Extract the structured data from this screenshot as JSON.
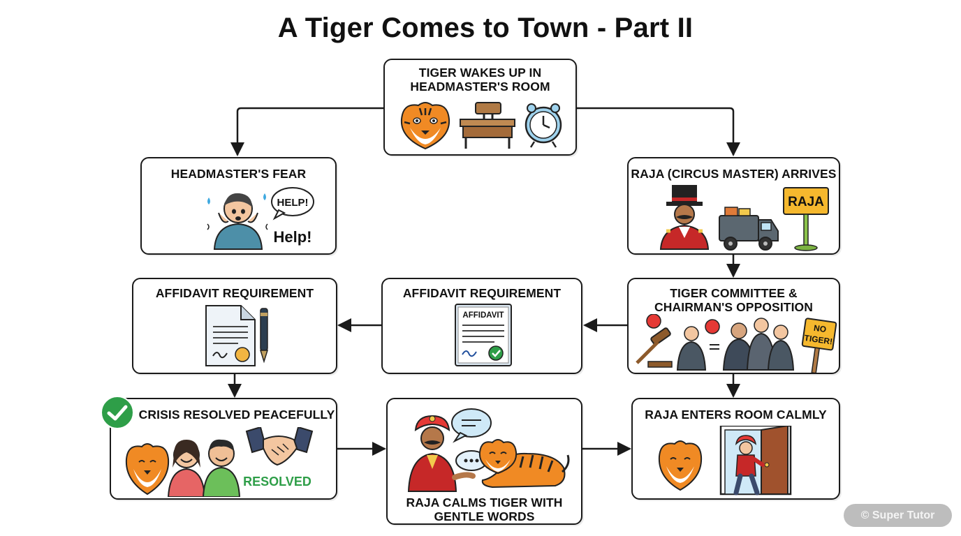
{
  "title": "A Tiger Comes to Town - Part II",
  "nodes": [
    {
      "id": "wake",
      "label": "TIGER WAKES UP IN\nHEADMASTER'S ROOM"
    },
    {
      "id": "fear",
      "label": "HEADMASTER'S FEAR",
      "bubble": "HELP!",
      "caption": "Help!"
    },
    {
      "id": "raja",
      "label": "RAJA (CIRCUS MASTER) ARRIVES",
      "sign": "RAJA"
    },
    {
      "id": "committee",
      "label": "TIGER COMMITTEE &\nCHAIRMAN'S OPPOSITION",
      "sign": "NO\nTIGER!"
    },
    {
      "id": "affidavit_center",
      "label": "AFFIDAVIT REQUIREMENT",
      "doc_title": "AFFIDAVIT"
    },
    {
      "id": "affidavit_left",
      "label": "AFFIDAVIT REQUIREMENT"
    },
    {
      "id": "resolved",
      "label": "CRISIS RESOLVED PEACEFULLY",
      "caption": "RESOLVED"
    },
    {
      "id": "calms",
      "label": "RAJA CALMS TIGER WITH\nGENTLE WORDS"
    },
    {
      "id": "enters",
      "label": "RAJA ENTERS ROOM CALMLY"
    }
  ],
  "edges": [
    {
      "from": "wake",
      "to": "fear"
    },
    {
      "from": "wake",
      "to": "raja"
    },
    {
      "from": "raja",
      "to": "committee"
    },
    {
      "from": "committee",
      "to": "affidavit_center"
    },
    {
      "from": "affidavit_center",
      "to": "affidavit_left"
    },
    {
      "from": "affidavit_left",
      "to": "resolved"
    },
    {
      "from": "committee",
      "to": "enters"
    },
    {
      "from": "resolved",
      "to": "calms"
    },
    {
      "from": "calms",
      "to": "enters"
    }
  ],
  "watermark": "© Super Tutor",
  "colors": {
    "tiger": "#f08a24",
    "green": "#2e9e48",
    "red": "#c62828",
    "border": "#1a1a1a"
  }
}
